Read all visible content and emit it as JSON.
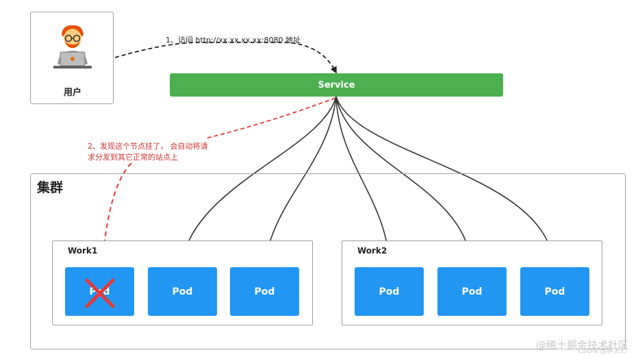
{
  "user": {
    "label": "用户"
  },
  "note1": "1、访问 http://xx.xx.xx.xx:8080 地址",
  "service": {
    "label": "Service"
  },
  "note2": {
    "line1": "2、发现这个节点挂了， 会自动将请",
    "line2": "求分发到其它正常的站点上"
  },
  "cluster": {
    "title": "集群"
  },
  "work1": {
    "title": "Work1",
    "pods": [
      "Pod",
      "Pod",
      "Pod"
    ]
  },
  "work2": {
    "title": "Work2",
    "pods": [
      "Pod",
      "Pod",
      "Pod"
    ]
  },
  "watermark": {
    "text": "@稀土掘金技术社区",
    "sub": "CSDN @胖太乙"
  },
  "colors": {
    "service": "#4caf50",
    "pod": "#2196f3",
    "failure": "#e53935",
    "dashed_red": "#d32f2f"
  }
}
